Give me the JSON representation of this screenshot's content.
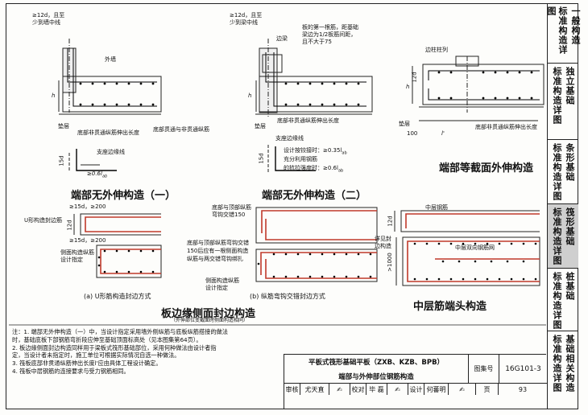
{
  "sidebar": {
    "tabs": [
      {
        "cols": [
          "标准构造详图",
          "一般构造"
        ],
        "active": false
      },
      {
        "cols": [
          "标准构造详图",
          "独立基础"
        ],
        "active": false
      },
      {
        "cols": [
          "标准构造详图",
          "条形基础"
        ],
        "active": false
      },
      {
        "cols": [
          "标准构造详图",
          "筏形基础"
        ],
        "active": true
      },
      {
        "cols": [
          "标准构造详图",
          "桩基础"
        ],
        "active": false
      },
      {
        "cols": [
          "标准构造详图",
          "基础相关构造"
        ],
        "active": false
      }
    ]
  },
  "fig1": {
    "title": "端部无外伸构造（一）",
    "l1": "≥12d，且至",
    "l2": "少到墙中线",
    "wall": "外墙",
    "h": "h",
    "pad": "垫层",
    "bot_a": "底部非贯通纵筋伸出长度",
    "bot_b": "底部贯通与非贯通纵筋",
    "support": "支座边缘线",
    "d15": "15d",
    "lab": "≥0.6l",
    "lab_sub": "ab"
  },
  "fig2": {
    "title": "端部无外伸构造（二）",
    "l1": "≥12d，且至",
    "l2": "少到梁中线",
    "beam": "边梁",
    "n1": "板的第一根筋，距基础",
    "n2": "梁边为1/2板筋间距，",
    "n3": "且不大于75",
    "h": "h",
    "pad": "垫层",
    "bot": "底部非贯通纵筋伸出长度",
    "support": "支座边缘线",
    "d15": "15d",
    "c1": "设计按铰接时：≥0.35l",
    "c1_sub": "ab",
    "c2": "充分利用钢筋",
    "c3": "的抗拉强度时：≥0.6l",
    "c3_sub": "ab"
  },
  "fig3": {
    "title": "端部等截面外伸构造",
    "col": "边柱柱列",
    "d12": "12d",
    "h": "h",
    "pad": "垫层",
    "bot": "底部非贯通纵筋伸出长度",
    "l100": "100",
    "lp": "l'"
  },
  "fig4": {
    "title": "板边缘侧面封边构造",
    "subtitle": "（外伸部位变截面时侧面构造相同）",
    "a1": "≥15d，≥200",
    "u": "U形构造封边筋",
    "d12": "12d",
    "a2": "≥15d，≥200",
    "side1": "侧面构造纵筋",
    "side2": "设计指定",
    "cap_a": "(a) U形筋构造封边方式",
    "b1": "底部与顶部纵筋",
    "b2": "弯钩交错150",
    "b3": "底部与顶部纵筋弯钩交错",
    "b4": "150后应有一根侧面构造",
    "b5": "纵筋与两交错弯钩绑扎",
    "b6": "侧面构造纵筋",
    "b7": "设计指定",
    "cap_b": "(b) 纵筋弯钩交错封边方式"
  },
  "fig5": {
    "title": "中层筋端头构造",
    "mid": "中层钢筋",
    "d12": "12d",
    "side": "详见封",
    "side2": "边构造",
    "big": ">1000",
    "net": "中层双向钢筋网"
  },
  "notes": [
    "注：1. 端部无外伸构造（一）中，当设计指定采用墙外侧纵筋与底板纵筋搭接的做法",
    "       时，基础底板下部钢筋弯折段应伸至基础顶面标高处（见本图集第64页）。",
    "    2. 板边缘侧面封边构造同样用于梁板式筏形基础部位，采用何种做法由设计者指",
    "       定，当设计者未指定时，施工单位可根据实际情况自选一种做法。",
    "    3. 筏板底部非贯通纵筋伸出长度l'应由具体工程设计确定。",
    "    4. 筏板中层钢筋的连接要求与受力钢筋相同。"
  ],
  "titleblock": {
    "line1": "平板式筏形基础平板（ZXB、KZB、BPB）",
    "line2": "端部与外伸部位钢筋构造",
    "atlas_label": "图集号",
    "atlas_no": "16G101-3",
    "review": "审核",
    "reviewer": "尤天直",
    "check": "校对",
    "checker": "毕 磊",
    "design": "设计",
    "designer": "何蕃明",
    "page_label": "页",
    "page_no": "93"
  }
}
